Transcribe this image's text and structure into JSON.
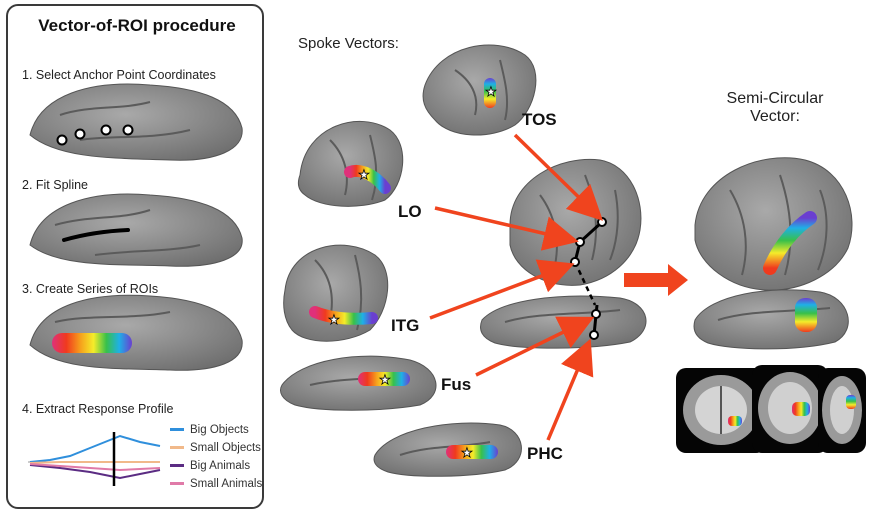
{
  "panel": {
    "title": "Vector-of-ROI procedure",
    "steps": [
      "1. Select Anchor Point Coordinates",
      "2. Fit Spline",
      "3. Create Series of ROIs",
      "4. Extract Response Profile"
    ],
    "legend": [
      {
        "label": "Big Objects",
        "color": "#2f8fdc"
      },
      {
        "label": "Small Objects",
        "color": "#f1b98a"
      },
      {
        "label": "Big Animals",
        "color": "#5b2c83"
      },
      {
        "label": "Small Animals",
        "color": "#e07aa8"
      }
    ]
  },
  "spoke": {
    "title": "Spoke Vectors:",
    "labels": [
      "TOS",
      "LO",
      "ITG",
      "Fus",
      "PHC"
    ]
  },
  "semi": {
    "title_line1": "Semi-Circular",
    "title_line2": "Vector:"
  },
  "colors": {
    "arrow": "#f0441e",
    "brain": "#8e8e8e",
    "brain_dark": "#5e5e5e"
  }
}
